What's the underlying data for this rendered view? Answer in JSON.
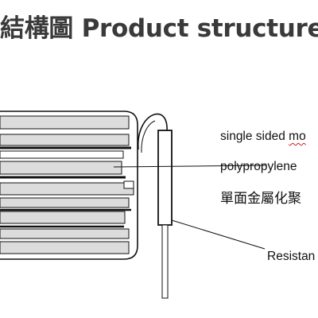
{
  "slide": {
    "title": "結構圖 Product structure"
  },
  "labels": {
    "single_sided_prefix": "single sided ",
    "single_sided_suffix": "mo",
    "polypropylene": "polypropylene",
    "chinese": "單面金屬化聚",
    "resistance": "Resistan"
  },
  "colors": {
    "title": "#3a3a3a",
    "plate_fill": "#dcdcdc",
    "outline": "#111111",
    "spellcheck_underline": "#d02020"
  }
}
